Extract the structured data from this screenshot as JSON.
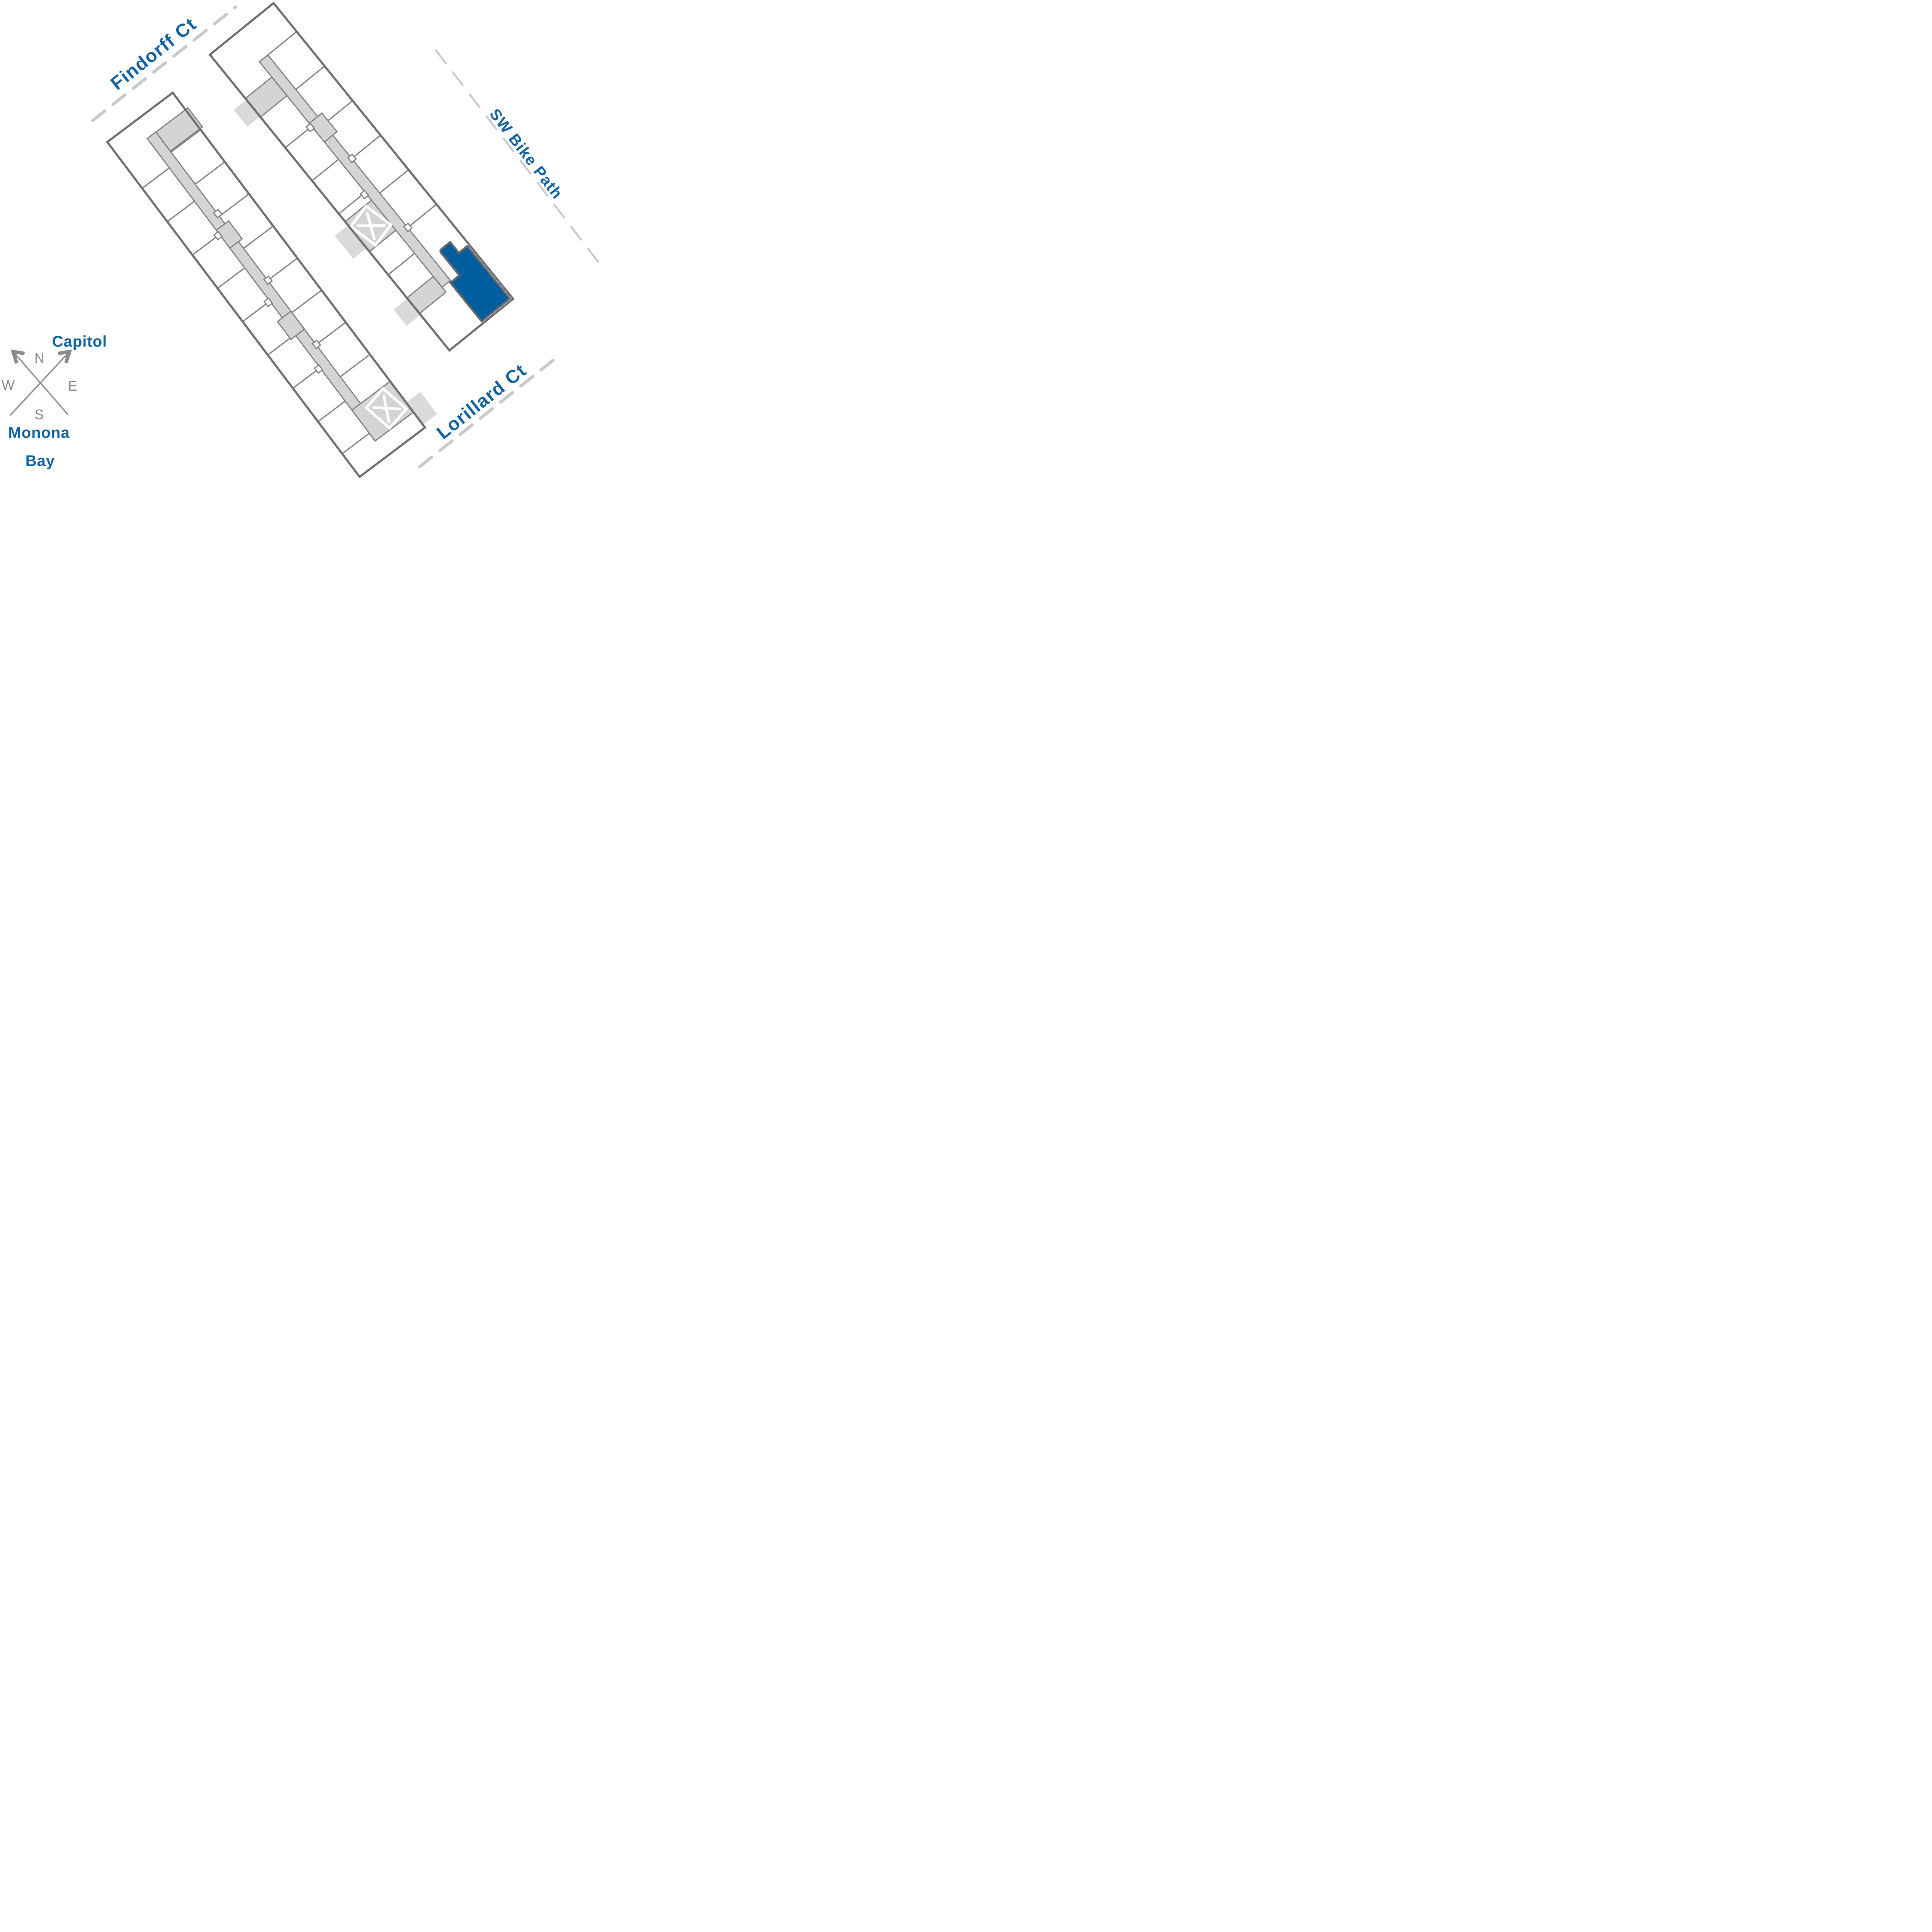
{
  "page": {
    "type": "site-plan-keyplan",
    "background": "#ffffff"
  },
  "streets": {
    "findorff": {
      "label": "Findorff Ct"
    },
    "bike_path": {
      "label": "SW Bike Path"
    },
    "lorillard": {
      "label": "Lorillard Ct"
    }
  },
  "landmarks": {
    "capitol": {
      "label": "Capitol"
    },
    "monona_bay": {
      "label_line1": "Monona",
      "label_line2": "Bay"
    }
  },
  "compass": {
    "north": "N",
    "east": "E",
    "south": "S",
    "west": "W"
  },
  "buildings": {
    "west": {
      "elevator_symbol": "X"
    },
    "east": {
      "elevator_symbol": "X",
      "has_selected_unit": true
    }
  },
  "colors": {
    "label_blue": "#1060a2",
    "selected_unit_blue": "#005d9e",
    "building_outline_gray": "#6f6f6f",
    "partition_gray": "#7d7d7d",
    "corridor_gray": "#d3d4d5",
    "walkway_gray": "#d9dadb",
    "street_dash_gray": "#c7cacc",
    "compass_gray": "#8a8a8a"
  }
}
